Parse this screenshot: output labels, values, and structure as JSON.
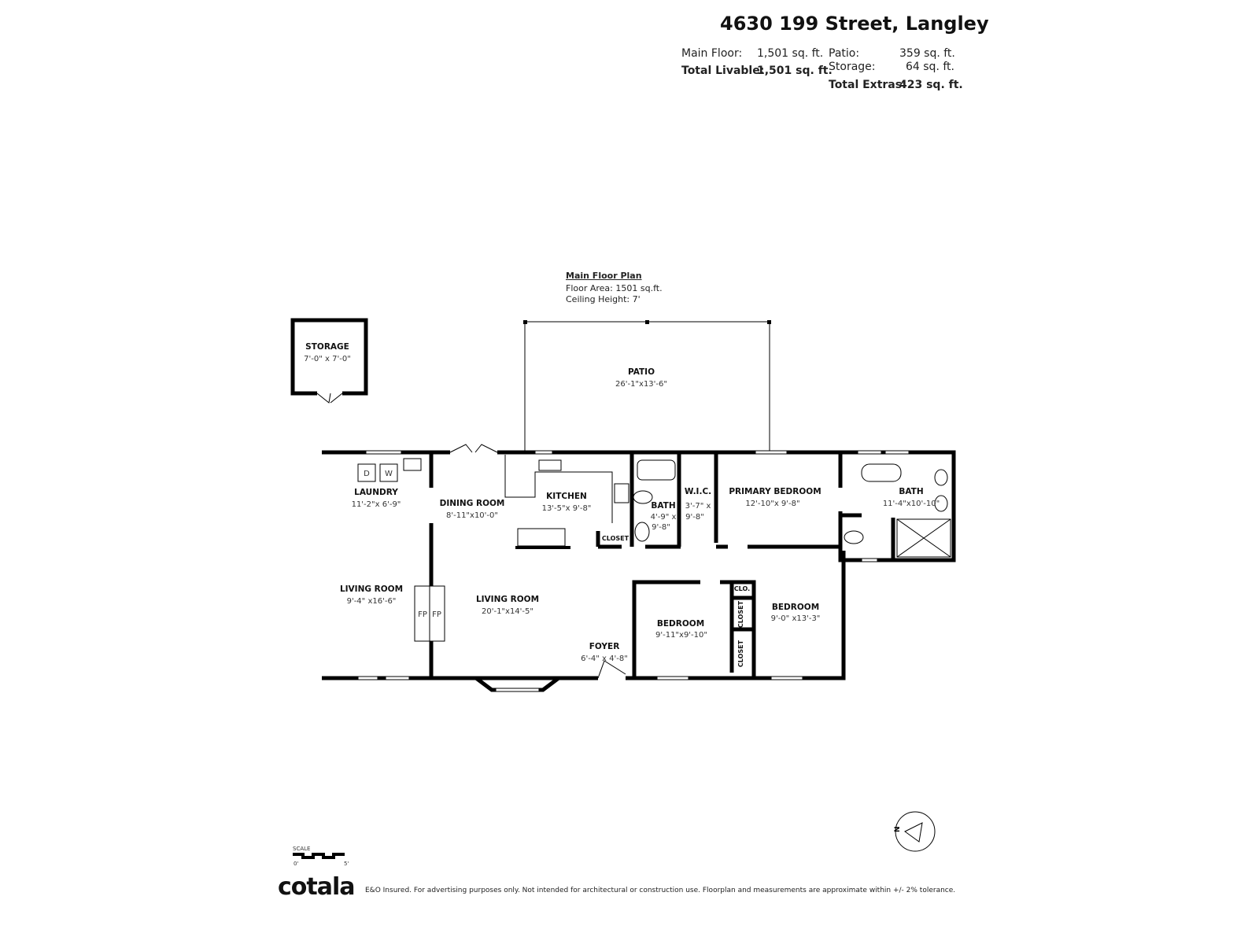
{
  "header": {
    "address": "4630 199 Street, Langley",
    "main_floor_label": "Main Floor:",
    "main_floor_value": "1,501 sq. ft.",
    "total_livable_label": "Total Livable:",
    "total_livable_value": "1,501 sq. ft.",
    "patio_label": "Patio:",
    "patio_value": "359 sq. ft.",
    "storage_label": "Storage:",
    "storage_value": "64 sq. ft.",
    "total_extras_label": "Total Extras:",
    "total_extras_value": "423 sq. ft."
  },
  "plan": {
    "title": "Main Floor Plan",
    "floor_area": "Floor Area: 1501 sq.ft.",
    "ceiling_height": "Ceiling Height: 7'"
  },
  "rooms": {
    "storage": {
      "name": "STORAGE",
      "dims": "7'-0\" x 7'-0\""
    },
    "patio": {
      "name": "PATIO",
      "dims": "26'-1\"x13'-6\""
    },
    "laundry": {
      "name": "LAUNDRY",
      "dims": "11'-2\"x 6'-9\""
    },
    "dining": {
      "name": "DINING ROOM",
      "dims": "8'-11\"x10'-0\""
    },
    "kitchen": {
      "name": "KITCHEN",
      "dims": "13'-5\"x 9'-8\""
    },
    "bath1": {
      "name": "BATH",
      "dims1": "4'-9\" x",
      "dims2": "9'-8\""
    },
    "wic": {
      "name": "W.I.C.",
      "dims1": "3'-7\" x",
      "dims2": "9'-8\""
    },
    "primary": {
      "name": "PRIMARY BEDROOM",
      "dims": "12'-10\"x 9'-8\""
    },
    "bath2": {
      "name": "BATH",
      "dims": "11'-4\"x10'-10\""
    },
    "living_left": {
      "name": "LIVING ROOM",
      "dims": "9'-4\" x16'-6\""
    },
    "living_main": {
      "name": "LIVING ROOM",
      "dims": "20'-1\"x14'-5\""
    },
    "foyer": {
      "name": "FOYER",
      "dims": "6'-4\" x 4'-8\""
    },
    "bedroom1": {
      "name": "BEDROOM",
      "dims": "9'-11\"x9'-10\""
    },
    "bedroom2": {
      "name": "BEDROOM",
      "dims": "9'-0\" x13'-3\""
    }
  },
  "fixtures": {
    "dryer": "D",
    "washer": "W",
    "fireplace": "FP",
    "closet": "CLOSET",
    "clo": "CLO."
  },
  "scale": {
    "label": "SCALE",
    "min": "0'",
    "max": "5'"
  },
  "compass": {
    "north": "N"
  },
  "footer": {
    "brand": "cotala",
    "disclaimer": "E&O Insured. For advertising purposes only. Not intended for architectural or construction use. Floorplan and measurements are approximate within +/- 2% tolerance."
  }
}
